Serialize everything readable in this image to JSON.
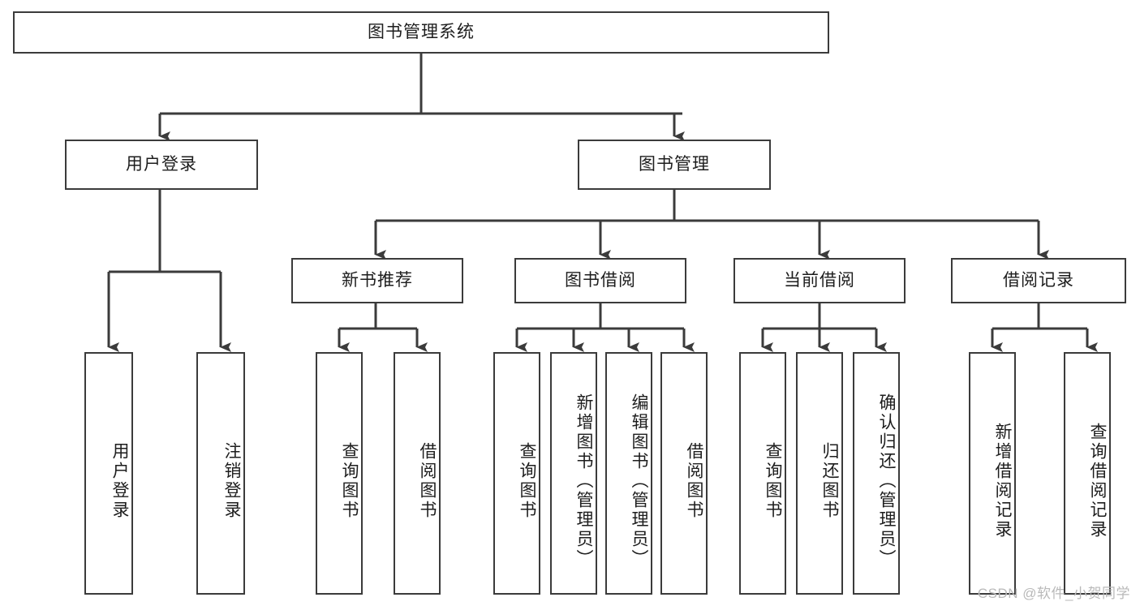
{
  "diagram": {
    "type": "tree-hierarchy",
    "title": "图书管理系统",
    "root": {
      "label": "图书管理系统"
    },
    "level2": [
      {
        "label": "用户登录"
      },
      {
        "label": "图书管理"
      }
    ],
    "level3": [
      {
        "label": "新书推荐"
      },
      {
        "label": "图书借阅"
      },
      {
        "label": "当前借阅"
      },
      {
        "label": "借阅记录"
      }
    ],
    "leaves_user_login": [
      {
        "label": "用户登录"
      },
      {
        "label": "注销登录"
      }
    ],
    "leaves_new_book": [
      {
        "label": "查询图书"
      },
      {
        "label": "借阅图书"
      }
    ],
    "leaves_borrow": [
      {
        "label": "查询图书"
      },
      {
        "label": "新增图书（管理员）"
      },
      {
        "label": "编辑图书（管理员）"
      },
      {
        "label": "借阅图书"
      }
    ],
    "leaves_current": [
      {
        "label": "查询图书"
      },
      {
        "label": "归还图书"
      },
      {
        "label": "确认归还（管理员）"
      }
    ],
    "leaves_records": [
      {
        "label": "新增借阅记录"
      },
      {
        "label": "查询借阅记录"
      }
    ]
  },
  "watermark": {
    "text": "CSDN @软件_小贺同学"
  },
  "colors": {
    "stroke": "#3b3b3b",
    "text": "#1d1d1d",
    "background": "#ffffff",
    "watermark": "#b9b9b9"
  }
}
